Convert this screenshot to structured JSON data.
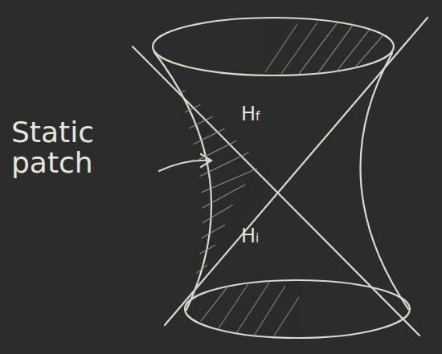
{
  "diagram": {
    "labels": [
      "Static patch",
      "Hf",
      "Hi"
    ]
  }
}
